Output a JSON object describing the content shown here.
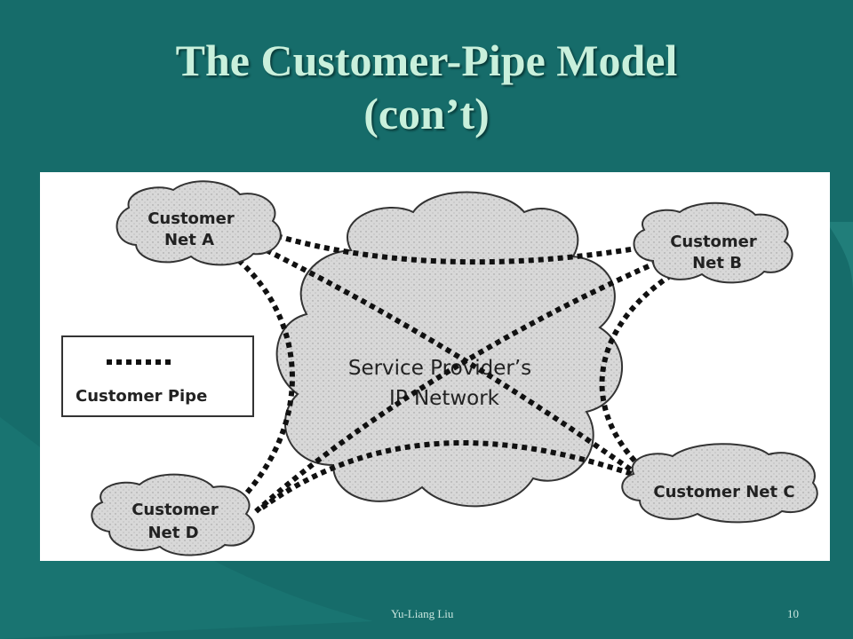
{
  "slide": {
    "title_line1": "The Customer-Pipe Model",
    "title_line2": "(con’t)",
    "footer_author": "Yu-Liang Liu",
    "page_number": "10"
  },
  "diagram": {
    "center_cloud": {
      "line1": "Service Provider’s",
      "line2": "IP Network"
    },
    "customer_nets": [
      {
        "id": "a",
        "line1": "Customer",
        "line2": "Net A"
      },
      {
        "id": "b",
        "line1": "Customer",
        "line2": "Net B"
      },
      {
        "id": "c",
        "line1": "Customer Net C",
        "line2": ""
      },
      {
        "id": "d",
        "line1": "Customer",
        "line2": "Net D"
      }
    ],
    "legend": {
      "label": "Customer Pipe"
    }
  },
  "colors": {
    "background": "#166c6a",
    "title": "#c9f0dc",
    "cloud_fill": "#d6d6d6",
    "pipe": "#111111"
  }
}
